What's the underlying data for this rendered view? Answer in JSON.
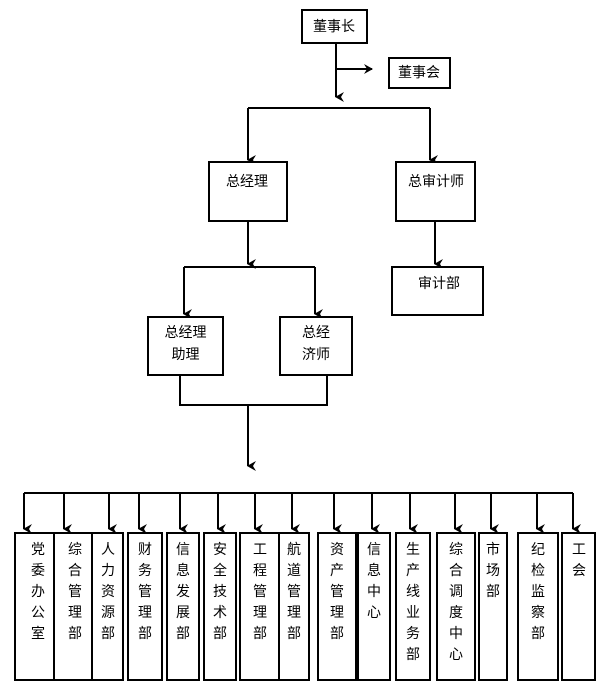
{
  "chairman": "董事长",
  "board": "董事会",
  "general_manager": "总经理",
  "chief_auditor": "总审计师",
  "audit_dept": "审计部",
  "gm_assistant_line1": "总经理",
  "gm_assistant_line2": "助理",
  "chief_economist_line1": "总经",
  "chief_economist_line2": "济师",
  "departments": [
    "党委办公室",
    "综合管理部",
    "人力资源部",
    "财务管理部",
    "信息发展部",
    "安全技术部",
    "工程管理部",
    "航道管理部",
    "资产管理部",
    "信息中心",
    "生产线业务部",
    "综合调度中心",
    "市场部",
    "纪检监察部",
    "工会"
  ]
}
